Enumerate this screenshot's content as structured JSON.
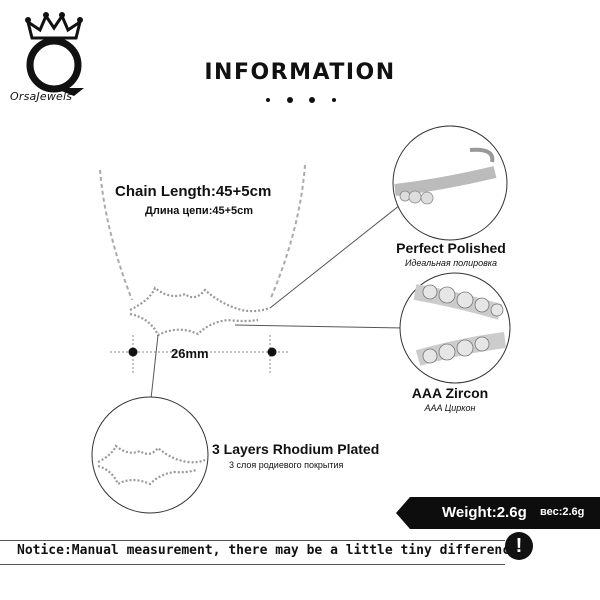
{
  "brand": {
    "name": "OrsaJewels"
  },
  "header": {
    "title": "INFORMATION"
  },
  "specs": {
    "chain_length": "Chain Length:45+5cm",
    "chain_length_ru": "Длина цепи:45+5cm",
    "pendant_width": "26mm",
    "polished": "Perfect  Polished",
    "polished_ru": "Идеальная полировка",
    "zircon": "AAA  Zircon",
    "zircon_ru": "AAA Циркон",
    "rhodium": "3 Layers Rhodium Plated",
    "rhodium_ru": "3 слоя родиевого покрытия"
  },
  "weight": {
    "label": "Weight:2.6g",
    "label_ru": "вес:2.6g"
  },
  "notice": {
    "text": "Notice:Manual measurement, there may be a little tiny difference.",
    "icon": "exclamation-icon"
  },
  "colors": {
    "banner": "#0d0d0d",
    "text": "#111111",
    "metal": "#9a9a9a"
  }
}
